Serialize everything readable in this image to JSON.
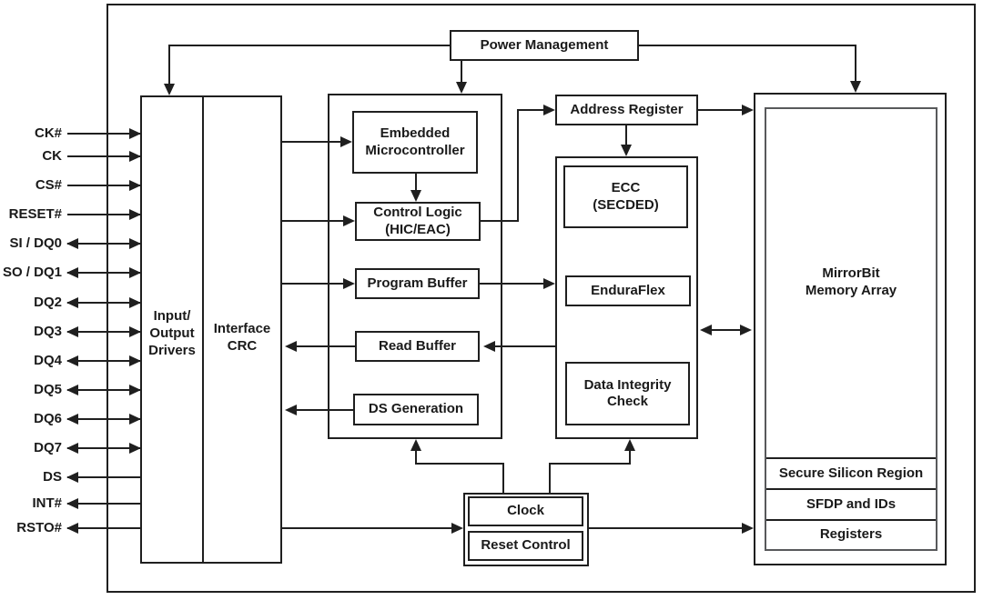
{
  "diagram_type": "block-diagram",
  "colors": {
    "line": "#1f1f1f",
    "text": "#1a1a1a",
    "background": "#ffffff",
    "inner_memory_border": "#58595b"
  },
  "pins": [
    {
      "label": "CK#",
      "direction": "input"
    },
    {
      "label": "CK",
      "direction": "input"
    },
    {
      "label": "CS#",
      "direction": "input"
    },
    {
      "label": "RESET#",
      "direction": "input"
    },
    {
      "label": "SI / DQ0",
      "direction": "bidirectional"
    },
    {
      "label": "SO / DQ1",
      "direction": "bidirectional"
    },
    {
      "label": "DQ2",
      "direction": "bidirectional"
    },
    {
      "label": "DQ3",
      "direction": "bidirectional"
    },
    {
      "label": "DQ4",
      "direction": "bidirectional"
    },
    {
      "label": "DQ5",
      "direction": "bidirectional"
    },
    {
      "label": "DQ6",
      "direction": "bidirectional"
    },
    {
      "label": "DQ7",
      "direction": "bidirectional"
    },
    {
      "label": "DS",
      "direction": "output"
    },
    {
      "label": "INT#",
      "direction": "output"
    },
    {
      "label": "RSTO#",
      "direction": "output"
    }
  ],
  "blocks": {
    "power_management": "Power Management",
    "io_drivers": "Input/\nOutput\nDrivers",
    "interface_crc": "Interface\nCRC",
    "embedded_microcontroller": "Embedded\nMicrocontroller",
    "control_logic": "Control Logic\n(HIC/EAC)",
    "program_buffer": "Program Buffer",
    "read_buffer": "Read Buffer",
    "ds_generation": "DS Generation",
    "address_register": "Address Register",
    "ecc": "ECC\n(SECDED)",
    "enduraflex": "EnduraFlex",
    "data_integrity_check": "Data Integrity\nCheck",
    "memory_array": "MirrorBit\nMemory Array",
    "secure_silicon_region": "Secure Silicon Region",
    "sfdp_and_ids": "SFDP and IDs",
    "registers": "Registers",
    "clock": "Clock",
    "reset_control": "Reset Control"
  }
}
